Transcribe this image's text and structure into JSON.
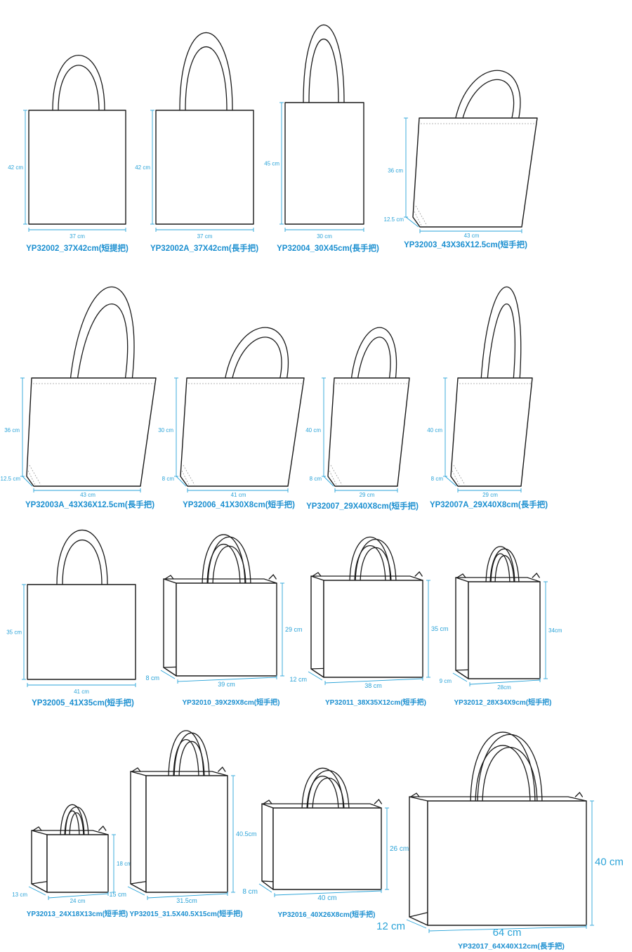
{
  "accent_color": "#2aa3d8",
  "caption_color": "#1b8fd0",
  "bags": [
    {
      "caption": "YP32002_37X42cm(短提把)",
      "height_label": "42 cm",
      "width_label": "37 cm",
      "icon": "flat-tote-bag-icon"
    },
    {
      "caption": "YP32002A_37X42cm(長手把)",
      "height_label": "42 cm",
      "width_label": "37 cm",
      "icon": "flat-tote-bag-icon"
    },
    {
      "caption": "YP32004_30X45cm(長手把)",
      "height_label": "45 cm",
      "width_label": "30 cm",
      "icon": "flat-tote-bag-icon"
    },
    {
      "caption": "YP32003_43X36X12.5cm(短手把)",
      "height_label": "36 cm",
      "depth_label": "12.5 cm",
      "width_label": "43 cm",
      "icon": "gusset-tote-bag-icon"
    },
    {
      "caption": "YP32003A_43X36X12.5cm(長手把)",
      "height_label": "36 cm",
      "depth_label": "12.5 cm",
      "width_label": "43 cm",
      "icon": "gusset-tote-bag-icon"
    },
    {
      "caption": "YP32006_41X30X8cm(短手把)",
      "height_label": "30 cm",
      "depth_label": "8 cm",
      "width_label": "41 cm",
      "icon": "gusset-tote-bag-icon"
    },
    {
      "caption": "YP32007_29X40X8cm(短手把)",
      "height_label": "40 cm",
      "depth_label": "8 cm",
      "width_label": "29 cm",
      "icon": "gusset-tote-bag-icon"
    },
    {
      "caption": "YP32007A_29X40X8cm(長手把)",
      "height_label": "40 cm",
      "depth_label": "8 cm",
      "width_label": "29 cm",
      "icon": "gusset-tote-bag-icon"
    },
    {
      "caption": "YP32005_41X35cm(短手把)",
      "height_label": "35 cm",
      "width_label": "41 cm",
      "icon": "flat-tote-bag-icon"
    },
    {
      "caption": "YP32010_39X29X8cm(短手把)",
      "height_label": "29 cm",
      "depth_label": "8 cm",
      "width_label": "39 cm",
      "icon": "box-shopping-bag-icon"
    },
    {
      "caption": "YP32011_38X35X12cm(短手把)",
      "height_label": "35 cm",
      "depth_label": "12 cm",
      "width_label": "38 cm",
      "icon": "box-shopping-bag-icon"
    },
    {
      "caption": "YP32012_28X34X9cm(短手把)",
      "height_label": "34cm",
      "depth_label": "9 cm",
      "width_label": "28cm",
      "icon": "box-shopping-bag-icon"
    },
    {
      "caption": "YP32013_24X18X13cm(短手把)",
      "height_label": "18 cm",
      "depth_label": "13 cm",
      "width_label": "24 cm",
      "icon": "box-shopping-bag-icon"
    },
    {
      "caption": "YP32015_31.5X40.5X15cm(短手把)",
      "height_label": "40.5cm",
      "depth_label": "15 cm",
      "width_label": "31.5cm",
      "icon": "box-shopping-bag-icon"
    },
    {
      "caption": "YP32016_40X26X8cm(短手把)",
      "height_label": "26 cm",
      "depth_label": "8 cm",
      "width_label": "40 cm",
      "icon": "box-shopping-bag-icon"
    },
    {
      "caption": "YP32017_64X40X12cm(長手把)",
      "height_label": "40 cm",
      "depth_label": "12 cm",
      "width_label": "64 cm",
      "icon": "box-shopping-bag-icon"
    }
  ]
}
